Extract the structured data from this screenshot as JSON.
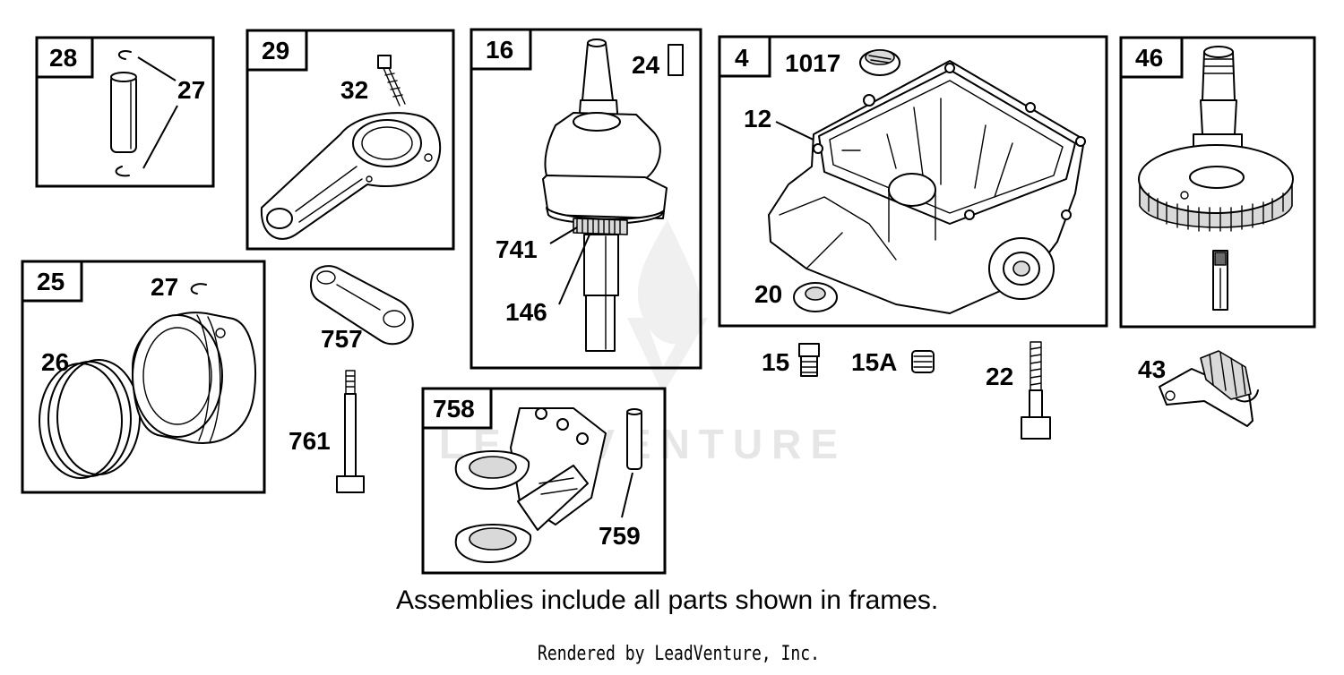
{
  "watermark": "LEADVENTURE",
  "frames": {
    "f28": "28",
    "f29": "29",
    "f16": "16",
    "f4": "4",
    "f46": "46",
    "f25": "25",
    "f758": "758"
  },
  "parts": {
    "p27a": "27",
    "p32": "32",
    "p24": "24",
    "p1017": "1017",
    "p12": "12",
    "p741": "741",
    "p146": "146",
    "p20": "20",
    "p15": "15",
    "p15a": "15A",
    "p22": "22",
    "p43": "43",
    "p27b": "27",
    "p26": "26",
    "p757": "757",
    "p761": "761",
    "p759": "759"
  },
  "note": "Assemblies include all parts shown in frames.",
  "footer": "Rendered by LeadVenture, Inc."
}
